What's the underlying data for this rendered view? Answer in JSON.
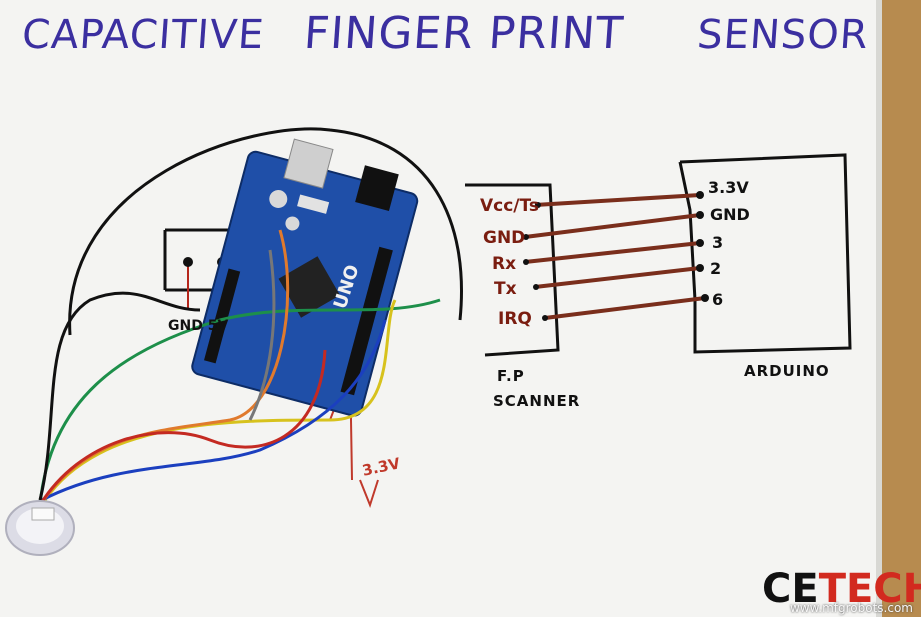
{
  "title": {
    "word1": "CAPACITIVE",
    "word2": "FINGER PRINT",
    "word3": "SENSOR"
  },
  "left_pins": [
    "Vcc/Ts",
    "GND",
    "Rx",
    "Tx",
    "IRQ"
  ],
  "right_pins": [
    "3.3V",
    "GND",
    "3",
    "2",
    "6"
  ],
  "left_caption": [
    "F.P",
    "SCANNER"
  ],
  "right_caption": "ARDUINO",
  "red_note": "3.3V",
  "board_text": "UNO",
  "left_box_labels": "GND 5V",
  "logo": {
    "part1": "CE",
    "part2": "TECH"
  },
  "watermark": "www.mfgrobots.com",
  "colors": {
    "title": "#3b2fa0",
    "wire_brown": "#7a2e1c",
    "board_blue": "#1f4fa8",
    "logo_red": "#d22a1f"
  }
}
